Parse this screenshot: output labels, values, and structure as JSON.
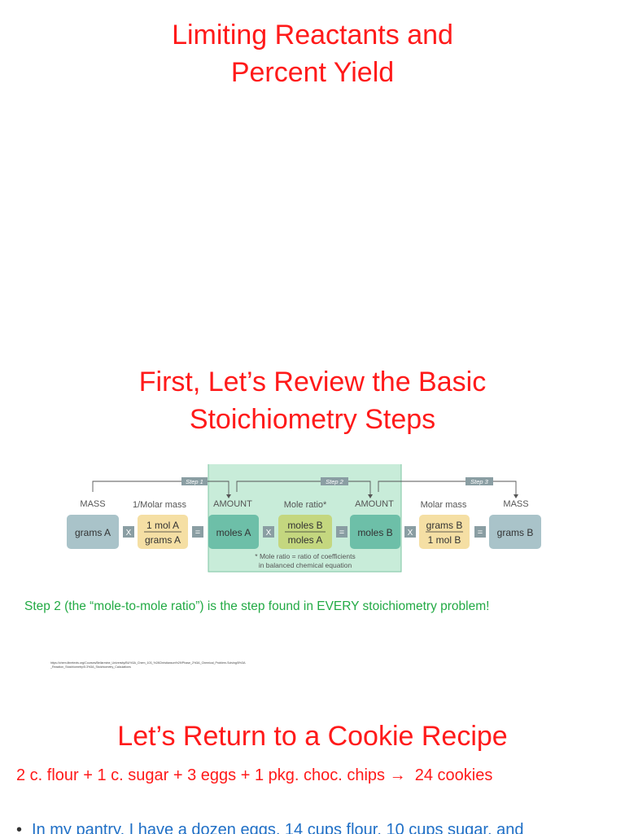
{
  "slides": {
    "title1": "Limiting Reactants and\nPercent Yield",
    "title2": "First, Let’s Review the Basic\nStoichiometry Steps",
    "title3": "Let’s Return to a Cookie Recipe"
  },
  "diagram": {
    "steps": [
      "Step 1",
      "Step 2",
      "Step 3"
    ],
    "headers": [
      "MASS",
      "1/Molar mass",
      "AMOUNT",
      "Mole ratio*",
      "AMOUNT",
      "Molar mass",
      "MASS"
    ],
    "boxes": {
      "grams_a": "grams A",
      "frac1_top": "1 mol A",
      "frac1_bottom": "grams A",
      "moles_a": "moles A",
      "frac2_top": "moles B",
      "frac2_bottom": "moles A",
      "moles_b": "moles B",
      "frac3_top": "grams B",
      "frac3_bottom": "1 mol B",
      "grams_b": "grams B"
    },
    "operators": {
      "times": "X",
      "equals": "="
    },
    "footnote_line1": "* Mole ratio = ratio of coefficients",
    "footnote_line2": "in balanced chemical equation",
    "colors": {
      "mass_box": "#a9c3c9",
      "fraction_box": "#f5dfa4",
      "amount_box": "#6dbfa8",
      "ratio_box": "#c4d77f",
      "highlight": "#c8ecd9",
      "operator": "#8a9ea3"
    }
  },
  "note": "Step 2 (the “mole-to-mole ratio”) is the step found in EVERY stoichiometry problem!",
  "source": "https://chem.libretexts.org/Courses/Bellarmine_University/BU%3A_Chem_103_%28Christianson%29/Phase_2%3A_Chemical_Problem-Solving/5%3A_Reaction_Stoichiometry/5.3%3A_Stoichiometry_Calculations",
  "cookie": {
    "equation_text": "2 c. flour + 1 c. sugar + 3 eggs + 1 pkg. choc. chips",
    "arrow": "→",
    "result": "24 cookies",
    "bullet_symbol": "•",
    "bullet_text": "In my pantry, I have a dozen eggs, 14 cups flour, 10 cups sugar, and"
  }
}
